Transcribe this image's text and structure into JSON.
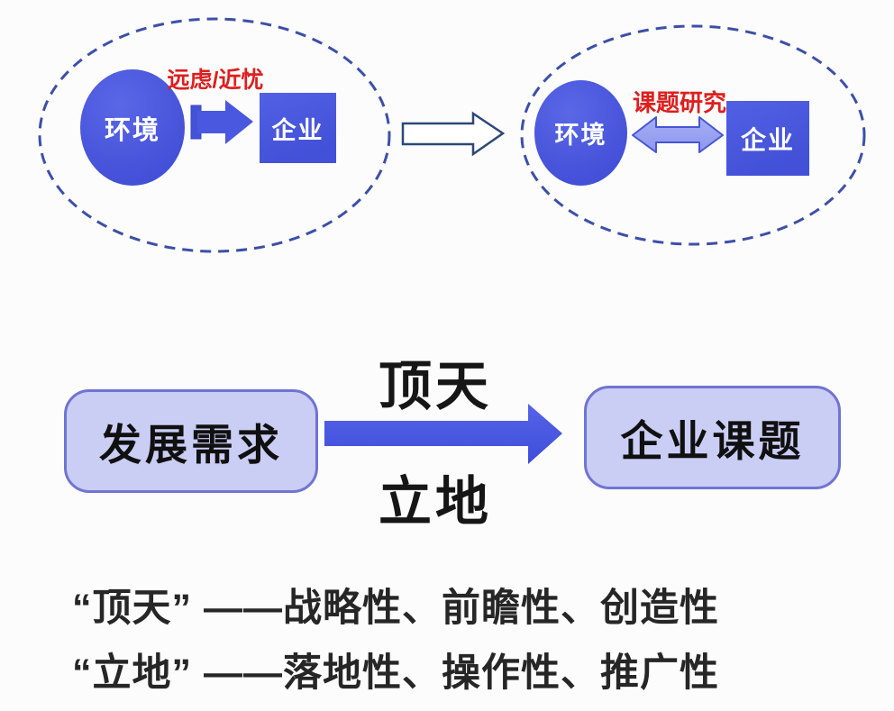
{
  "top_left_group": {
    "environment_label": "环境",
    "enterprise_label": "企业",
    "relation_label": "远虑/近忧"
  },
  "top_right_group": {
    "environment_label": "环境",
    "enterprise_label": "企业",
    "relation_label": "课题研究"
  },
  "middle": {
    "source_box": "发展需求",
    "target_box": "企业课题",
    "arrow_label_top": "顶天",
    "arrow_label_bottom": "立地"
  },
  "notes": {
    "line1": "“顶天” ——战略性、前瞻性、创造性",
    "line2": "“立地” ——落地性、操作性、推广性"
  },
  "colors": {
    "node_blue": "#4a58df",
    "light_double_arrow": "#98a1f0",
    "dashed_ellipse_stroke": "#3c4fa8",
    "hollow_arrow_stroke": "#2d4878",
    "big_arrow_blue": "#4b59e3",
    "flow_box_fill": "#cacdf4",
    "flow_box_border": "#6f74d2",
    "red_label": "#dd1f1f"
  }
}
